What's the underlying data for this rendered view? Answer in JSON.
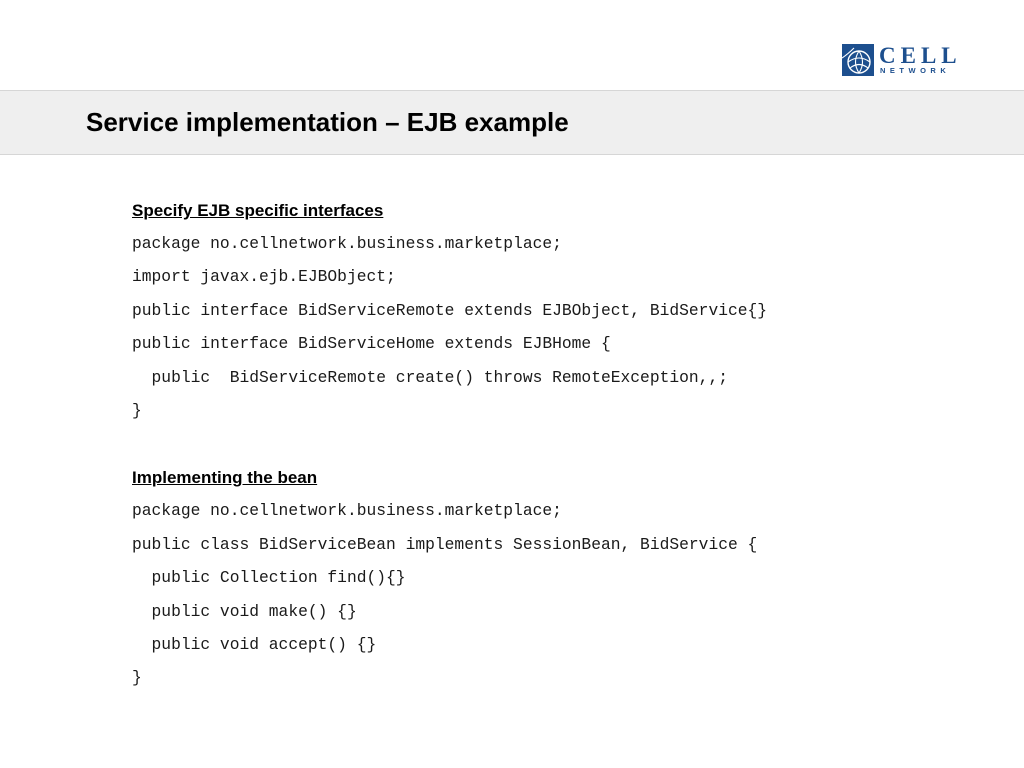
{
  "logo": {
    "brand": "CELL",
    "subtitle": "NETWORK"
  },
  "title": "Service implementation – EJB example",
  "sections": [
    {
      "heading": "Specify EJB specific interfaces",
      "lines": [
        "package no.cellnetwork.business.marketplace;",
        "import javax.ejb.EJBObject;",
        "public interface BidServiceRemote extends EJBObject, BidService{}",
        "public interface BidServiceHome extends EJBHome {",
        "  public  BidServiceRemote create() throws RemoteException,,;",
        "}"
      ]
    },
    {
      "heading": "Implementing the bean",
      "lines": [
        "package no.cellnetwork.business.marketplace;",
        "public class BidServiceBean implements SessionBean, BidService {",
        "  public Collection find(){}",
        "  public void make() {}",
        "  public void accept() {}",
        "}"
      ]
    }
  ]
}
